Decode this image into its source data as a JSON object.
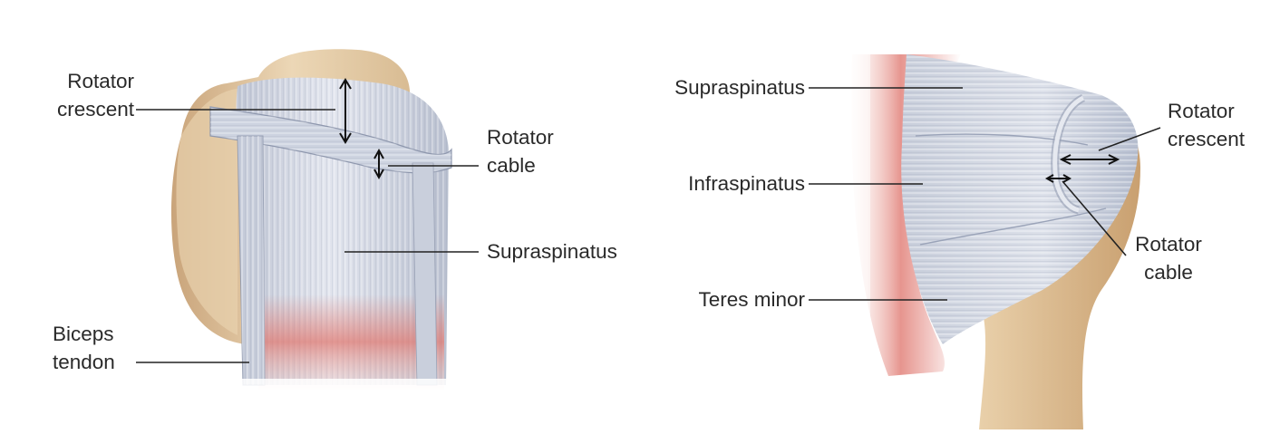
{
  "left_view": {
    "labels": {
      "rotator_crescent_line1": "Rotator",
      "rotator_crescent_line2": "crescent",
      "rotator_cable_line1": "Rotator",
      "rotator_cable_line2": "cable",
      "supraspinatus": "Supraspinatus",
      "biceps_tendon_line1": "Biceps",
      "biceps_tendon_line2": "tendon"
    }
  },
  "right_view": {
    "labels": {
      "supraspinatus": "Supraspinatus",
      "infraspinatus": "Infraspinatus",
      "teres_minor": "Teres minor",
      "rotator_crescent_line1": "Rotator",
      "rotator_crescent_line2": "crescent",
      "rotator_cable_line1": "Rotator",
      "rotator_cable_line2": "cable"
    }
  },
  "colors": {
    "bone": "#e3c9a4",
    "bone_shade": "#c9a47a",
    "tendon": "#d4d8e4",
    "tendon_shade": "#aab2c6",
    "muscle_red": "#e07a72"
  }
}
